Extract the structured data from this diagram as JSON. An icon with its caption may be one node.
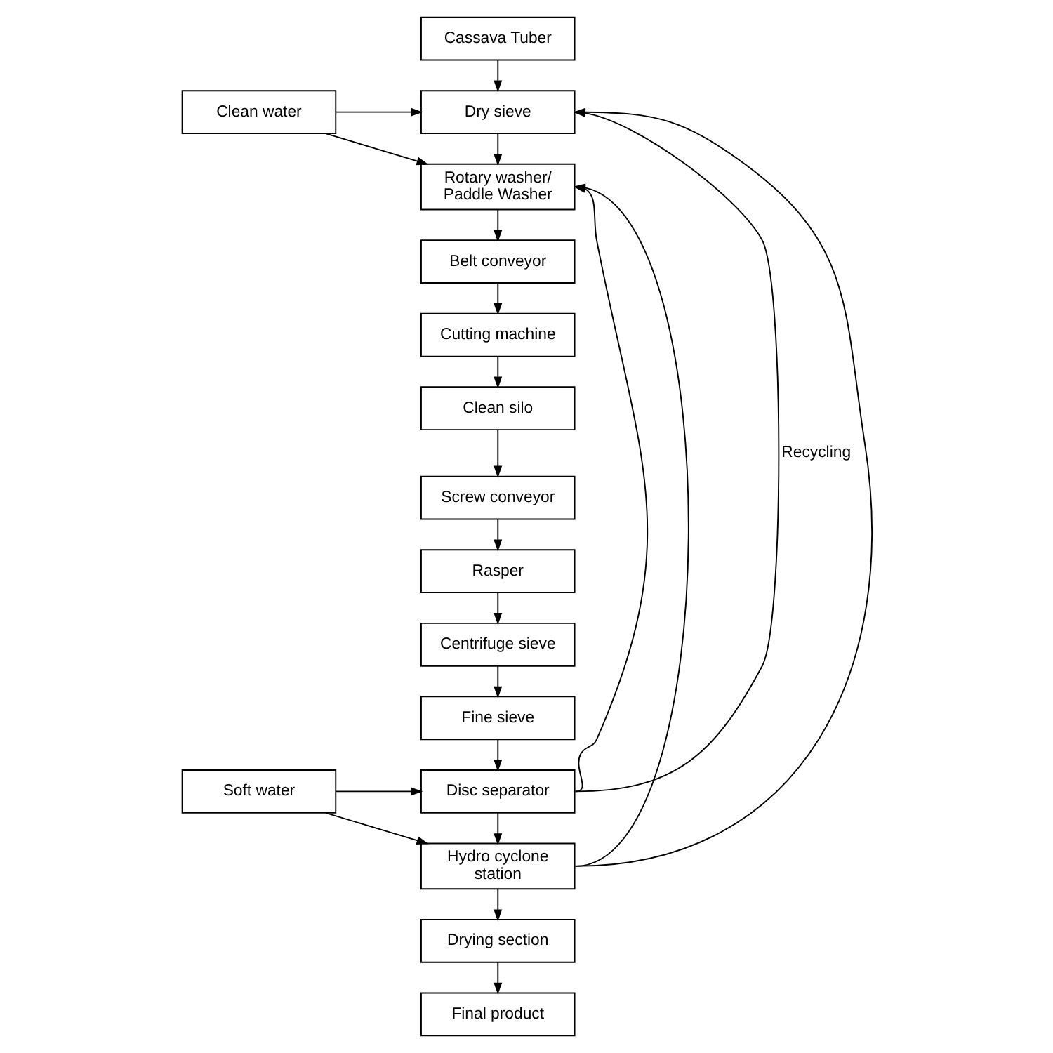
{
  "diagram": {
    "nodes": [
      {
        "text": [
          "Cassava Tuber"
        ]
      },
      {
        "text": [
          "Dry sieve"
        ]
      },
      {
        "text": [
          "Rotary washer/ Paddle Washer"
        ]
      },
      {
        "text": [
          "Clean water"
        ]
      },
      {
        "text": [
          "Belt conveyor"
        ]
      },
      {
        "text": [
          "Cutting machine"
        ]
      },
      {
        "text": [
          "Clean silo"
        ]
      },
      {
        "text": [
          "Screw conveyor"
        ]
      },
      {
        "text": [
          "Rasper"
        ]
      },
      {
        "text": [
          "Centrifuge sieve"
        ]
      },
      {
        "text": [
          "Fine sieve"
        ]
      },
      {
        "text": [
          "Disc separator"
        ]
      },
      {
        "text": [
          "Hydro cyclone station"
        ]
      },
      {
        "text": [
          "Soft water"
        ]
      },
      {
        "text": [
          "Drying section"
        ]
      },
      {
        "text": [
          "Final product"
        ]
      }
    ],
    "edges": [
      {
        "from": 0,
        "to": 1,
        "arrow": "to"
      },
      {
        "from": 1,
        "to": 2,
        "arrow": "to"
      },
      {
        "from": 3,
        "to": 1,
        "arrow": "to"
      },
      {
        "from": 3,
        "to": 2,
        "arrow": "to"
      },
      {
        "from": 2,
        "to": 4,
        "arrow": "to"
      },
      {
        "from": 4,
        "to": 5,
        "arrow": "to"
      },
      {
        "from": 5,
        "to": 6,
        "arrow": "to"
      },
      {
        "from": 6,
        "to": 7,
        "arrow": "to"
      },
      {
        "from": 7,
        "to": 8,
        "arrow": "to"
      },
      {
        "from": 8,
        "to": 9,
        "arrow": "to"
      },
      {
        "from": 9,
        "to": 10,
        "arrow": "to"
      },
      {
        "from": 10,
        "to": 11,
        "arrow": "to"
      },
      {
        "from": 11,
        "to": 12,
        "arrow": "to"
      },
      {
        "from": 13,
        "to": 11,
        "arrow": "to"
      },
      {
        "from": 13,
        "to": 12,
        "arrow": "to"
      },
      {
        "from": 12,
        "to": 14,
        "arrow": "to"
      },
      {
        "from": 14,
        "to": 15,
        "arrow": "to"
      },
      {
        "from": 11,
        "to": 1,
        "arrow": "to",
        "label": "Recycling"
      },
      {
        "from": 11,
        "to": 2,
        "arrow": "to"
      },
      {
        "from": 12,
        "to": 1,
        "arrow": "to"
      },
      {
        "from": 12,
        "to": 2,
        "arrow": "to"
      }
    ]
  }
}
